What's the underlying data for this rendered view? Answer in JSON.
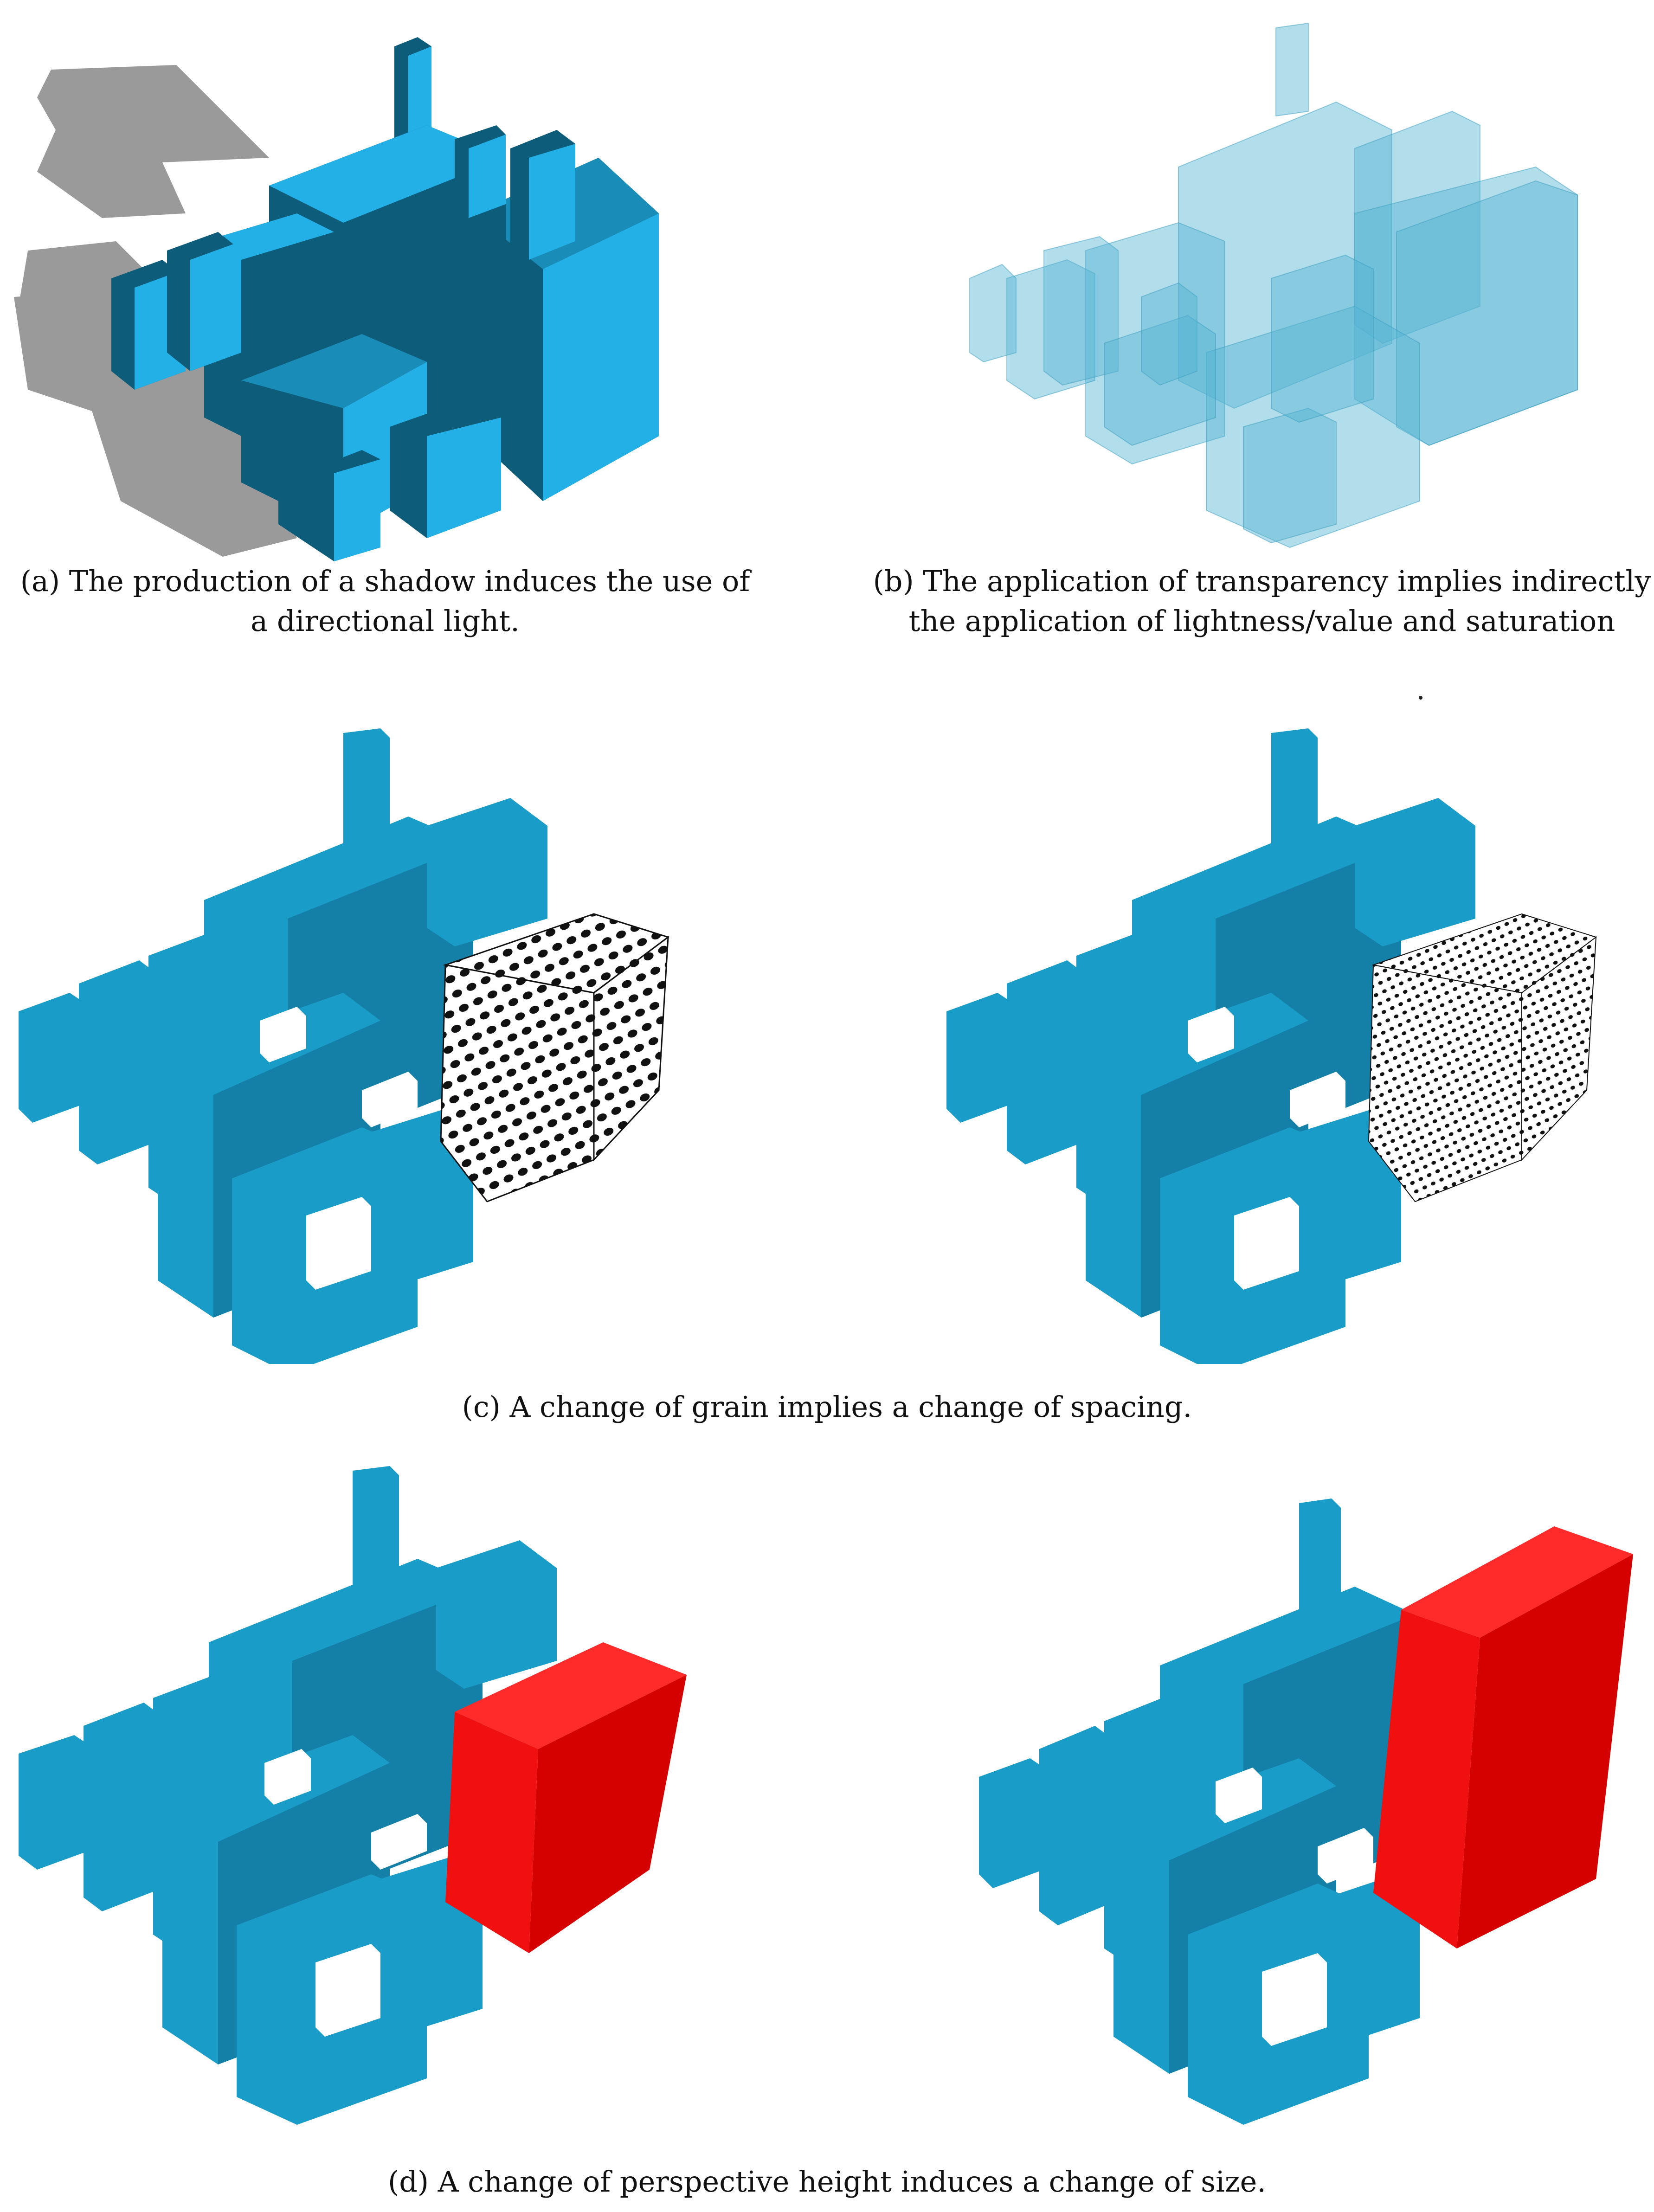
{
  "captions": {
    "a": {
      "line1": "(a) The production of a shadow induces the use of",
      "line2": "a directional light."
    },
    "b": {
      "line1": "(b) The application of transparency implies  indirectly",
      "line2": "the application of lightness/value and saturation"
    },
    "c": {
      "line1": "(c) A change of grain implies a change of spacing."
    },
    "d": {
      "line1": "(d) A change of perspective height induces a change of size."
    }
  },
  "colors": {
    "building_light": "#22b0e6",
    "building_dark": "#0d5c7a",
    "building_mid": "#1a8cb8",
    "shadow": "#9a9a9a",
    "transparent_fill": "#55b4d2",
    "blue_c": "#1a9cc8",
    "blue_c_side": "#1480a8",
    "red_top": "#ff2b2b",
    "red_front": "#f01010",
    "red_side": "#d50000",
    "grain_dot": "#111111"
  }
}
